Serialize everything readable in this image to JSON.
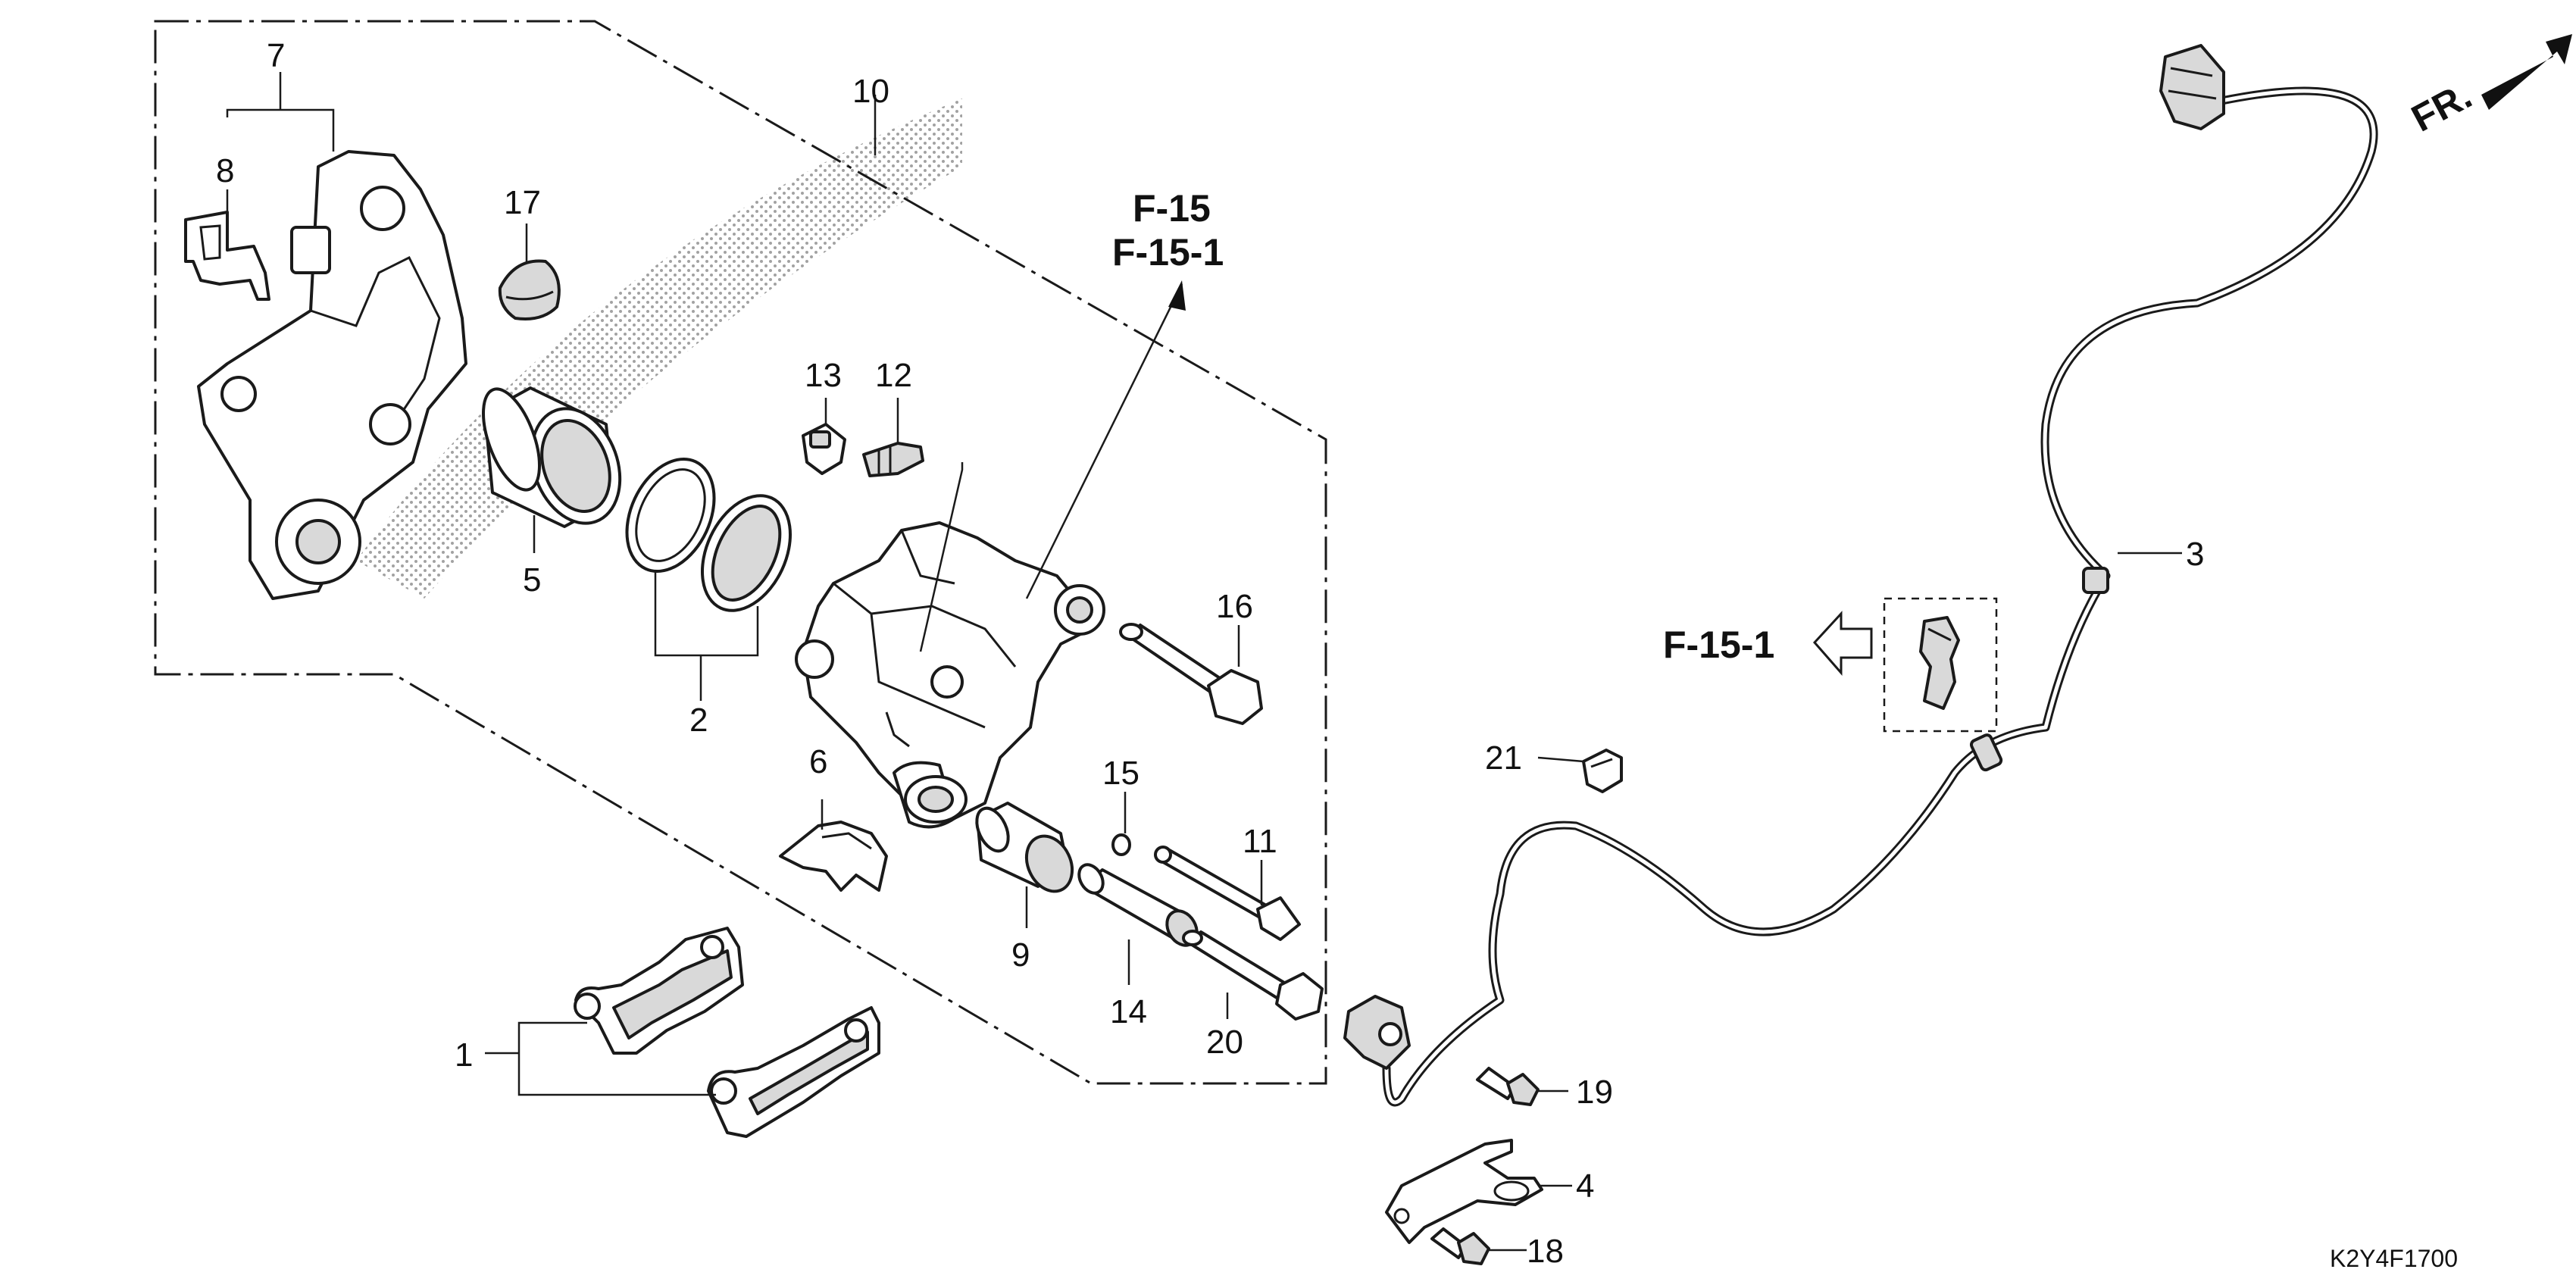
{
  "diagram": {
    "code": "K2Y4F1700",
    "front_label": "FR.",
    "references": {
      "top_a": "F-15",
      "top_b": "F-15-1",
      "side": "F-15-1"
    },
    "callouts": {
      "p1": "1",
      "p2": "2",
      "p3": "3",
      "p4": "4",
      "p5": "5",
      "p6": "6",
      "p7": "7",
      "p8": "8",
      "p9": "9",
      "p10": "10",
      "p11": "11",
      "p12": "12",
      "p13": "13",
      "p14": "14",
      "p15": "15",
      "p16": "16",
      "p17": "17",
      "p18": "18",
      "p19": "19",
      "p20": "20",
      "p21": "21"
    }
  }
}
